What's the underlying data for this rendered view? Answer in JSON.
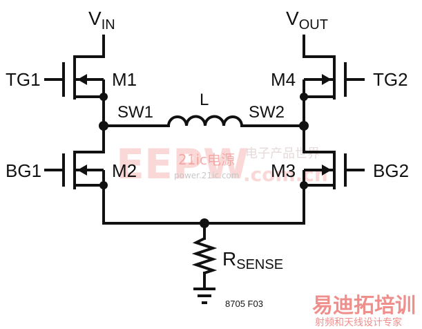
{
  "labels": {
    "vin_main": "V",
    "vin_sub": "IN",
    "vout_main": "V",
    "vout_sub": "OUT",
    "tg1": "TG1",
    "tg2": "TG2",
    "bg1": "BG1",
    "bg2": "BG2",
    "m1": "M1",
    "m2": "M2",
    "m3": "M3",
    "m4": "M4",
    "sw1": "SW1",
    "sw2": "SW2",
    "inductor": "L",
    "rsense_main": "R",
    "rsense_sub": "SENSE",
    "figure_id": "8705 F03"
  },
  "watermarks": {
    "eepw": "EEPW",
    "site_cn": "21ic电源",
    "site_url": "power.21ic.com",
    "cn_ent": "电子产品世界",
    "com_cn": ".com.cn",
    "brand_cn": "易迪拓培训",
    "brand_sub": "射频和天线设计专家"
  },
  "colors": {
    "line": "#111111",
    "watermark_red": "#e3342f",
    "watermark_gray": "#9a9a9a"
  }
}
